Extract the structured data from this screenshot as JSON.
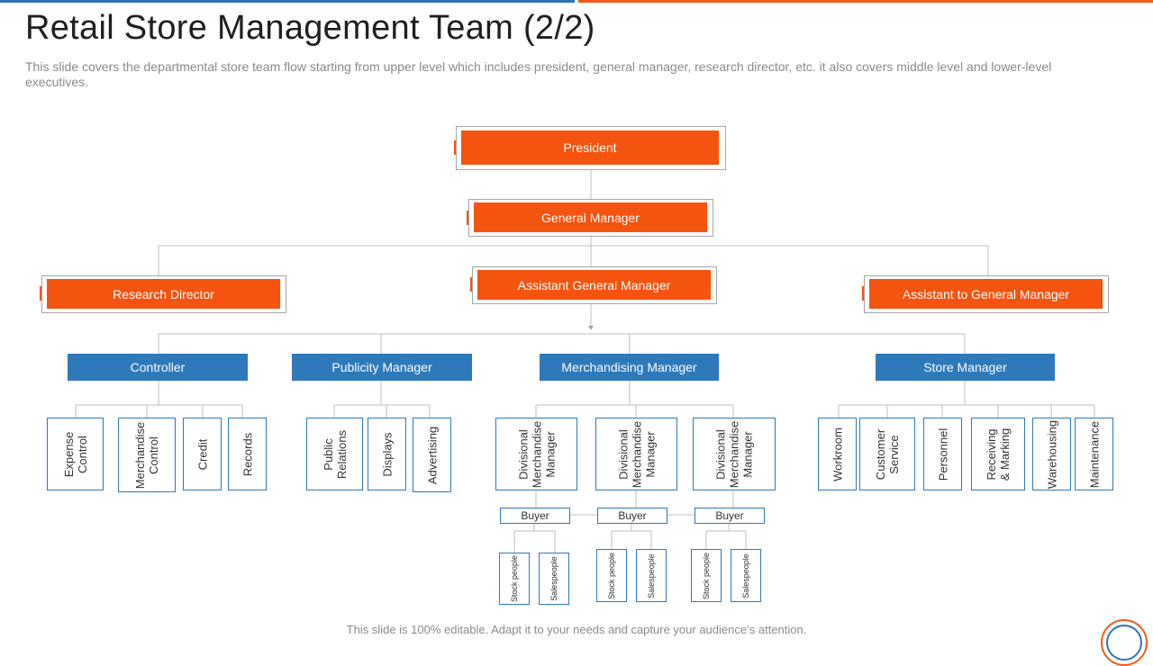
{
  "title": "Retail Store Management Team (2/2)",
  "subtitle": "This slide covers the departmental store team flow starting from upper level  which includes president, general manager, research director, etc. it also covers middle level and lower-level executives.",
  "footer": "This slide is 100% editable. Adapt it to your needs and capture your audience’s attention.",
  "colors": {
    "accent_orange": "#f55310",
    "accent_blue": "#2e79b9",
    "connector": "#bfbfbf"
  },
  "top_level": {
    "president": "President",
    "general_manager": "General Manager",
    "research_director": "Research Director",
    "assistant_general_manager": "Assistant General Manager",
    "assistant_to_general_manager": "Assistant to General Manager"
  },
  "departments": {
    "controller": {
      "label": "Controller",
      "units": [
        "Expense Control",
        "Merchandise Control",
        "Credit",
        "Records"
      ]
    },
    "publicity_manager": {
      "label": "Publicity Manager",
      "units": [
        "Public Relations",
        "Displays",
        "Advertising"
      ]
    },
    "merchandising_manager": {
      "label": "Merchandising Manager",
      "units": [
        "Divisional Merchandise Manager",
        "Divisional Merchandise Manager",
        "Divisional Merchandise Manager"
      ],
      "buyer": "Buyer",
      "staff": [
        "Stock people",
        "Salespeople"
      ]
    },
    "store_manager": {
      "label": "Store Manager",
      "units": [
        "Workroom",
        "Customer Service",
        "Personnel",
        "Receiving & Marking",
        "Warehousing",
        "Maintenance"
      ]
    }
  }
}
